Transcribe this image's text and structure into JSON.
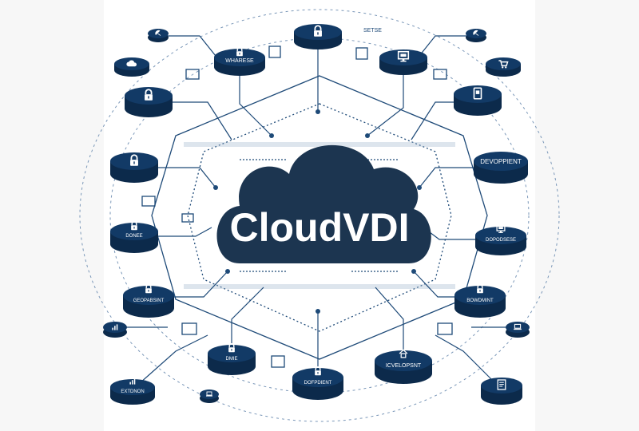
{
  "diagram": {
    "center_title": "CloudVDI",
    "top_caption": "SETSE",
    "colors": {
      "navy": "#123a66",
      "navy_dark": "#0c2a4b",
      "cloud": "#1c3550",
      "line": "#1e4a78",
      "line_light": "#7a97b8",
      "white": "#ffffff"
    },
    "nodes": [
      {
        "id": "n-top-center",
        "label": "",
        "icon": "lock-icon"
      },
      {
        "id": "n-wharese",
        "label": "WHARESE",
        "icon": "lock-icon"
      },
      {
        "id": "n-top-right",
        "label": "",
        "icon": "monitor-icon"
      },
      {
        "id": "n-top-left-small",
        "label": "",
        "icon": "cloud-icon"
      },
      {
        "id": "n-top-right-small",
        "label": "",
        "icon": "cart-icon"
      },
      {
        "id": "n-left-1",
        "label": "",
        "icon": "lock-icon"
      },
      {
        "id": "n-right-1",
        "label": "",
        "icon": "device-icon"
      },
      {
        "id": "n-left-2",
        "label": "",
        "icon": "lock-icon"
      },
      {
        "id": "n-devopment",
        "label": "DEVOPPIENT",
        "icon": ""
      },
      {
        "id": "n-donee",
        "label": "DONEE",
        "icon": "lock-icon"
      },
      {
        "id": "n-dopodsese",
        "label": "DOPODSESE",
        "icon": "monitor-icon"
      },
      {
        "id": "n-geopabsint",
        "label": "GEOPABSINT",
        "icon": "lock-icon"
      },
      {
        "id": "n-bowdmint",
        "label": "BOWDMINT",
        "icon": "lock-icon"
      },
      {
        "id": "n-dmie",
        "label": "DMIE",
        "icon": "lock-icon"
      },
      {
        "id": "n-dofpdient",
        "label": "DOFPDIENT",
        "icon": "lock-icon"
      },
      {
        "id": "n-icvelopsnt",
        "label": "ICVELOPSNT",
        "icon": "home-icon"
      },
      {
        "id": "n-extdnon",
        "label": "EXTDNON",
        "icon": "chart-icon"
      },
      {
        "id": "n-bottom-left-small",
        "label": "",
        "icon": "chart-icon"
      },
      {
        "id": "n-bottom-right-small",
        "label": "",
        "icon": "laptop-icon"
      },
      {
        "id": "n-bottom-right-box",
        "label": "",
        "icon": "document-icon"
      },
      {
        "id": "n-top-left-tiny",
        "label": "",
        "icon": "dish-icon"
      },
      {
        "id": "n-top-right-tiny",
        "label": "",
        "icon": "dish-icon"
      }
    ]
  }
}
